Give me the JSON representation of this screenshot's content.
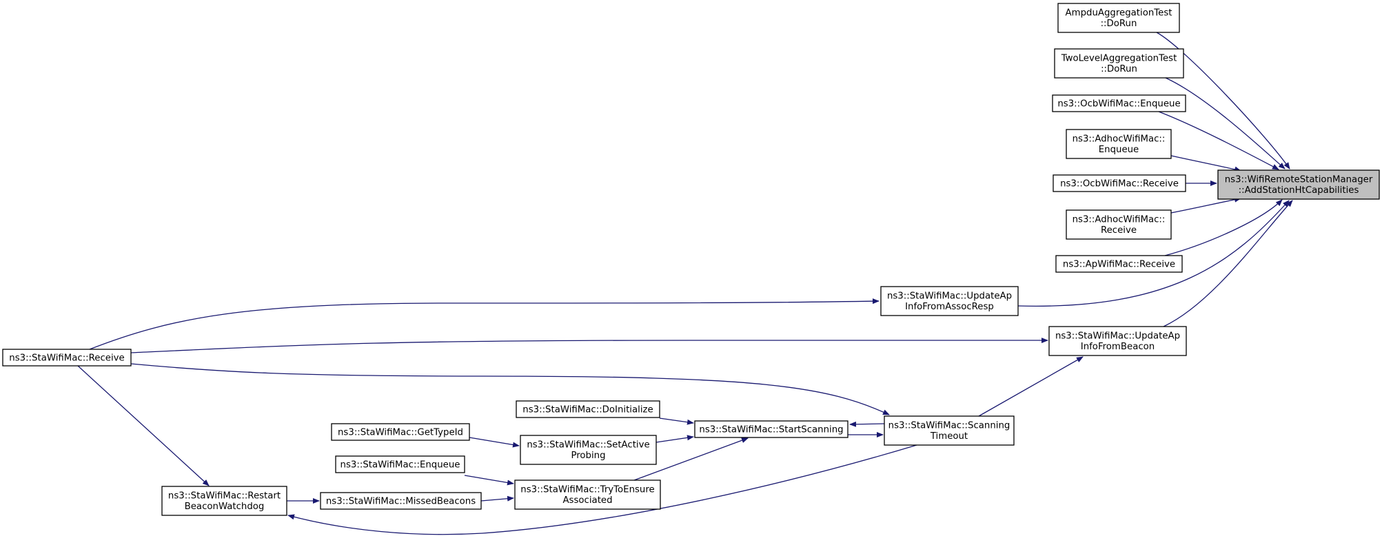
{
  "diagram": {
    "edge_color": "#191970",
    "root_fill": "#bfbfbf",
    "nodes": [
      {
        "id": "root",
        "lines": [
          "ns3::WifiRemoteStationManager",
          "::AddStationHtCapabilities"
        ],
        "highlight": true
      },
      {
        "id": "ampdu",
        "lines": [
          "AmpduAggregationTest",
          "::DoRun"
        ]
      },
      {
        "id": "twolevel",
        "lines": [
          "TwoLevelAggregationTest",
          "::DoRun"
        ]
      },
      {
        "id": "ocb_enq",
        "lines": [
          "ns3::OcbWifiMac::Enqueue"
        ]
      },
      {
        "id": "adhoc_enq",
        "lines": [
          "ns3::AdhocWifiMac::",
          "Enqueue"
        ]
      },
      {
        "id": "ocb_recv",
        "lines": [
          "ns3::OcbWifiMac::Receive"
        ]
      },
      {
        "id": "adhoc_recv",
        "lines": [
          "ns3::AdhocWifiMac::",
          "Receive"
        ]
      },
      {
        "id": "ap_recv",
        "lines": [
          "ns3::ApWifiMac::Receive"
        ]
      },
      {
        "id": "upd_assoc",
        "lines": [
          "ns3::StaWifiMac::UpdateAp",
          "InfoFromAssocResp"
        ]
      },
      {
        "id": "upd_beacon",
        "lines": [
          "ns3::StaWifiMac::UpdateAp",
          "InfoFromBeacon"
        ]
      },
      {
        "id": "sta_recv",
        "lines": [
          "ns3::StaWifiMac::Receive"
        ]
      },
      {
        "id": "scan_to",
        "lines": [
          "ns3::StaWifiMac::Scanning",
          "Timeout"
        ]
      },
      {
        "id": "start_scan",
        "lines": [
          "ns3::StaWifiMac::StartScanning"
        ]
      },
      {
        "id": "do_init",
        "lines": [
          "ns3::StaWifiMac::DoInitialize"
        ]
      },
      {
        "id": "set_active",
        "lines": [
          "ns3::StaWifiMac::SetActive",
          "Probing"
        ]
      },
      {
        "id": "get_type",
        "lines": [
          "ns3::StaWifiMac::GetTypeId"
        ]
      },
      {
        "id": "try_ensure",
        "lines": [
          "ns3::StaWifiMac::TryToEnsure",
          "Associated"
        ]
      },
      {
        "id": "sta_enq",
        "lines": [
          "ns3::StaWifiMac::Enqueue"
        ]
      },
      {
        "id": "missed",
        "lines": [
          "ns3::StaWifiMac::MissedBeacons"
        ]
      },
      {
        "id": "restart",
        "lines": [
          "ns3::StaWifiMac::Restart",
          "BeaconWatchdog"
        ]
      }
    ],
    "edges": [
      {
        "from": "ampdu",
        "to": "root"
      },
      {
        "from": "twolevel",
        "to": "root"
      },
      {
        "from": "ocb_enq",
        "to": "root"
      },
      {
        "from": "adhoc_enq",
        "to": "root"
      },
      {
        "from": "ocb_recv",
        "to": "root"
      },
      {
        "from": "adhoc_recv",
        "to": "root"
      },
      {
        "from": "ap_recv",
        "to": "root"
      },
      {
        "from": "upd_assoc",
        "to": "root"
      },
      {
        "from": "upd_beacon",
        "to": "root"
      },
      {
        "from": "sta_recv",
        "to": "upd_assoc"
      },
      {
        "from": "sta_recv",
        "to": "upd_beacon"
      },
      {
        "from": "sta_recv",
        "to": "scan_to"
      },
      {
        "from": "scan_to",
        "to": "upd_beacon"
      },
      {
        "from": "scan_to",
        "to": "start_scan"
      },
      {
        "from": "start_scan",
        "to": "scan_to"
      },
      {
        "from": "do_init",
        "to": "start_scan"
      },
      {
        "from": "set_active",
        "to": "start_scan"
      },
      {
        "from": "try_ensure",
        "to": "start_scan"
      },
      {
        "from": "get_type",
        "to": "set_active"
      },
      {
        "from": "sta_enq",
        "to": "try_ensure"
      },
      {
        "from": "missed",
        "to": "try_ensure"
      },
      {
        "from": "restart",
        "to": "missed"
      },
      {
        "from": "sta_recv",
        "to": "restart"
      },
      {
        "from": "scan_to",
        "to": "restart"
      }
    ]
  }
}
